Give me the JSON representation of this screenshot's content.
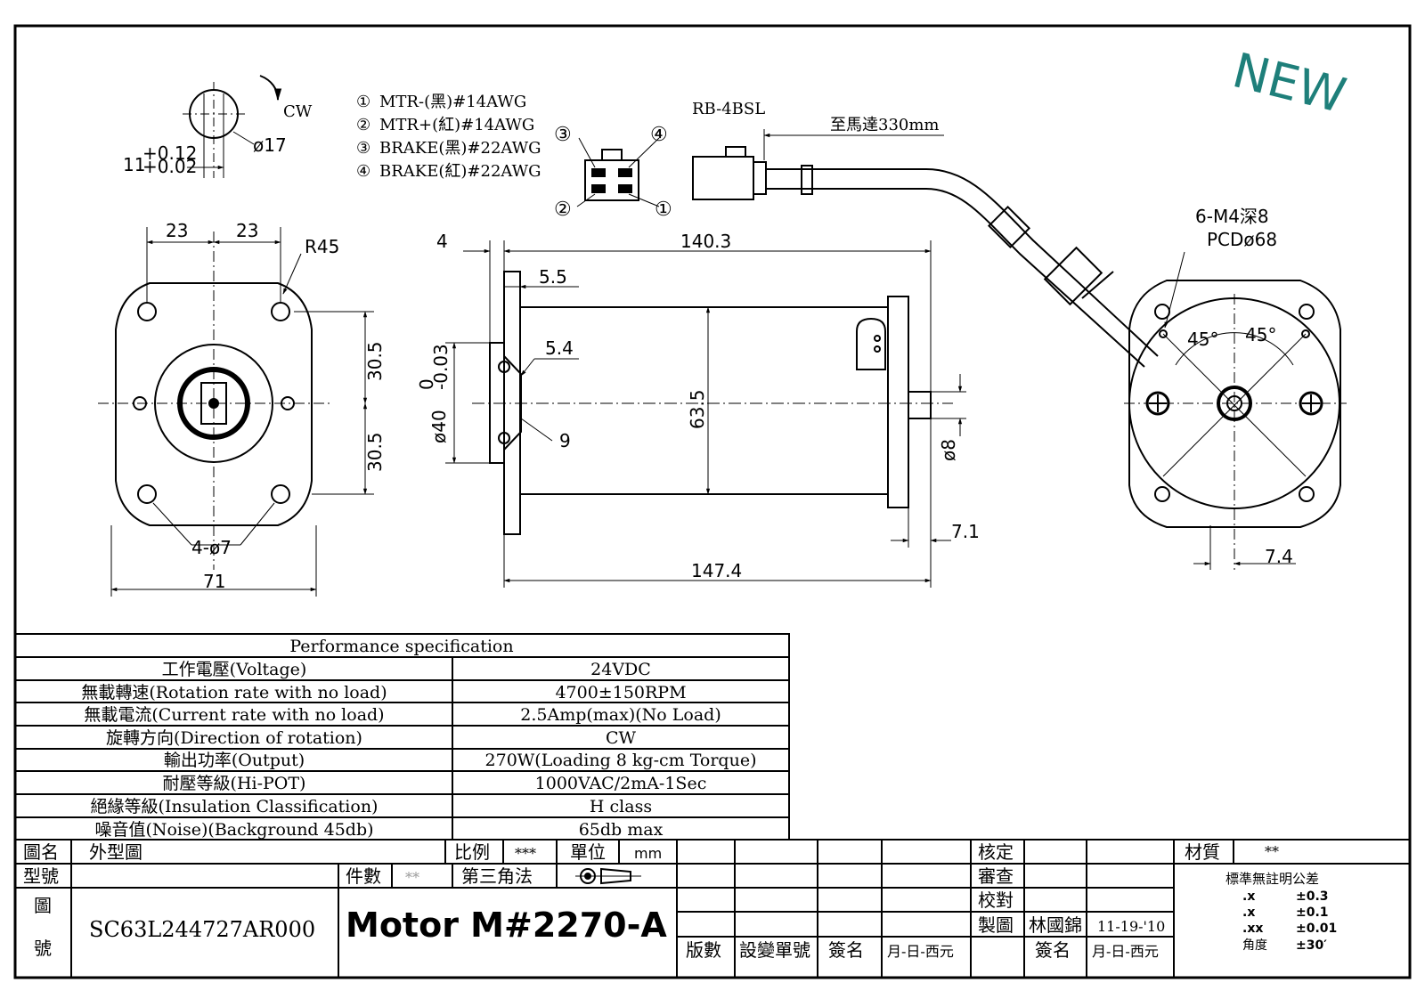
{
  "stamp": {
    "new_label": "NEW",
    "color": "#1e7f7a"
  },
  "shaft": {
    "rotation": "CW",
    "diameter": "ø17",
    "flat": "11",
    "tol_upper": "+0.12",
    "tol_lower": "+0.02"
  },
  "wiring": [
    {
      "num": "①",
      "text": "MTR-(黑)#14AWG"
    },
    {
      "num": "②",
      "text": "MTR+(紅)#14AWG"
    },
    {
      "num": "③",
      "text": "BRAKE(黑)#22AWG"
    },
    {
      "num": "④",
      "text": "BRAKE(紅)#22AWG"
    }
  ],
  "connector": {
    "model": "RB-4BSL",
    "cable_length": "至馬達330mm",
    "pins": [
      "③",
      "④",
      "②",
      "①"
    ]
  },
  "front_view": {
    "d_left": "23",
    "d_right": "23",
    "radius": "R45",
    "d_upper": "30.5",
    "d_lower": "30.5",
    "holes": "4-ø7",
    "width": "71"
  },
  "side_view": {
    "d_4": "4",
    "d_length": "140.3",
    "d_55": "5.5",
    "d_54": "5.4",
    "d_pilot": "ø40",
    "pilot_tol_upper": "0",
    "pilot_tol_lower": "-0.03",
    "d_9": "9",
    "d_body": "63.5",
    "d_shaft": "ø8",
    "d_71": "7.1",
    "d_total": "147.4"
  },
  "rear_view": {
    "holes": "6-M4深8",
    "pcd": "PCDø68",
    "angle_left": "45°",
    "angle_right": "45°",
    "d_74": "7.4"
  },
  "spec": {
    "title": "Performance specification",
    "rows": [
      {
        "label": "工作電壓(Voltage)",
        "value": "24VDC"
      },
      {
        "label": "無載轉速(Rotation rate with no load)",
        "value": "4700±150RPM"
      },
      {
        "label": "無載電流(Current rate with no load)",
        "value": "2.5Amp(max)(No Load)"
      },
      {
        "label": "旋轉方向(Direction of rotation)",
        "value": "CW"
      },
      {
        "label": "輸出功率(Output)",
        "value": "270W(Loading 8 kg-cm Torque)"
      },
      {
        "label": "耐壓等級(Hi-POT)",
        "value": "1000VAC/2mA-1Sec"
      },
      {
        "label": "絕緣等級(Insulation Classification)",
        "value": "H class"
      },
      {
        "label": "噪音值(Noise)(Background 45db)",
        "value": "65db max"
      }
    ]
  },
  "title_block": {
    "name_label": "圖名",
    "name_value": "外型圖",
    "scale_label": "比例",
    "scale_value": "***",
    "unit_label": "單位",
    "unit_value": "mm",
    "type_label": "型號",
    "qty_label": "件數",
    "qty_value": "**",
    "projection": "第三角法",
    "drawing_no_label_1": "圖",
    "drawing_no_label_2": "號",
    "drawing_no": "SC63L244727AR000",
    "product": "Motor M#2270-A",
    "approve": "核定",
    "review": "審查",
    "check": "校對",
    "drawn_label": "製圖",
    "drawn_by": "林國錦",
    "drawn_date": "11-19-'10",
    "rev_label": "版數",
    "change_label": "設變單號",
    "sign_label": "簽名",
    "date_label": "月-日-西元",
    "sign_label_2": "簽名",
    "date_label_2": "月-日-西元",
    "material_label": "材質",
    "material_value": "**",
    "tolerance_title": "標準無註明公差",
    "tolerances": [
      {
        "key": ".x",
        "val": "±0.3"
      },
      {
        "key": ".x",
        "val": "±0.1"
      },
      {
        "key": ".xx",
        "val": "±0.01"
      },
      {
        "key": "角度",
        "val": "±30′"
      }
    ]
  }
}
